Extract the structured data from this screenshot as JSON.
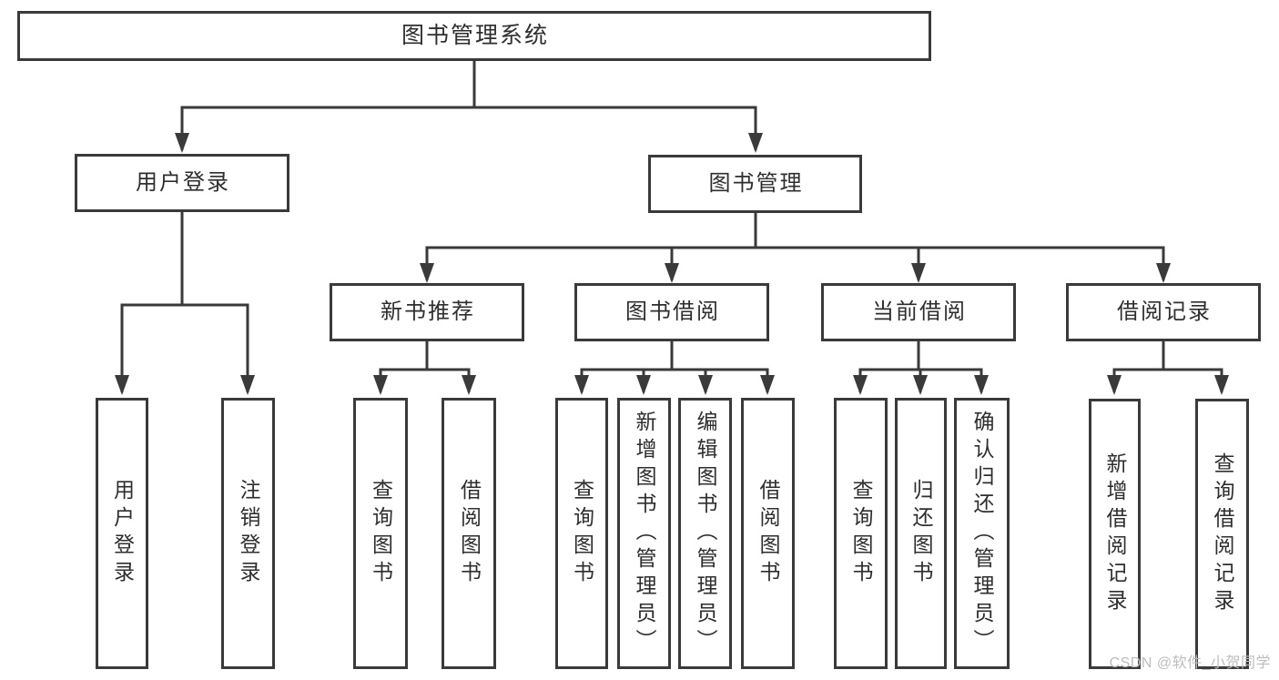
{
  "tree": {
    "label": "图书管理系统",
    "children": [
      {
        "label": "用户登录",
        "children": [
          {
            "label": "用户登录"
          },
          {
            "label": "注销登录"
          }
        ]
      },
      {
        "label": "图书管理",
        "children": [
          {
            "label": "新书推荐",
            "children": [
              {
                "label": "查询图书"
              },
              {
                "label": "借阅图书"
              }
            ]
          },
          {
            "label": "图书借阅",
            "children": [
              {
                "label": "查询图书"
              },
              {
                "label": "新增图书（管理员）"
              },
              {
                "label": "编辑图书（管理员）"
              },
              {
                "label": "借阅图书"
              }
            ]
          },
          {
            "label": "当前借阅",
            "children": [
              {
                "label": "查询图书"
              },
              {
                "label": "归还图书"
              },
              {
                "label": "确认归还（管理员）"
              }
            ]
          },
          {
            "label": "借阅记录",
            "children": [
              {
                "label": "新增借阅记录"
              },
              {
                "label": "查询借阅记录"
              }
            ]
          }
        ]
      }
    ]
  },
  "watermark": "CSDN @软件_小贺同学",
  "colors": {
    "line": "#3a3a3a",
    "text": "#2e2e2e",
    "watermark": "#bcbcbc",
    "background": "#ffffff"
  }
}
